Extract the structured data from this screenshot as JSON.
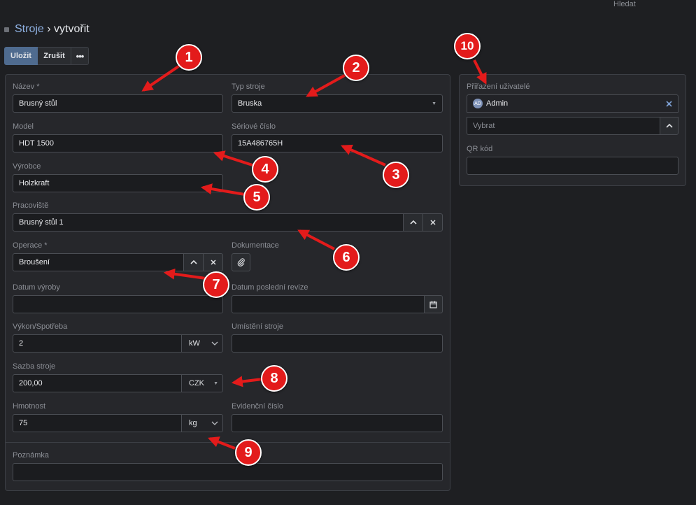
{
  "header": {
    "search_label": "Hledat"
  },
  "breadcrumb": {
    "parent": "Stroje",
    "separator": "›",
    "current": "vytvořit"
  },
  "toolbar": {
    "save_label": "Uložit",
    "cancel_label": "Zrušit",
    "more_label": "•••"
  },
  "form": {
    "name": {
      "label": "Název *",
      "value": "Brusný stůl"
    },
    "machine_type": {
      "label": "Typ stroje",
      "value": "Bruska"
    },
    "model": {
      "label": "Model",
      "value": "HDT 1500"
    },
    "serial_number": {
      "label": "Sériové číslo",
      "value": "15A486765H"
    },
    "manufacturer": {
      "label": "Výrobce",
      "value": "Holzkraft"
    },
    "workplace": {
      "label": "Pracoviště",
      "value": "Brusný stůl 1"
    },
    "operation": {
      "label": "Operace *",
      "value": "Broušení"
    },
    "documentation": {
      "label": "Dokumentace"
    },
    "manufacture_date": {
      "label": "Datum výroby",
      "value": ""
    },
    "last_revision_date": {
      "label": "Datum poslední revize",
      "value": ""
    },
    "power": {
      "label": "Výkon/Spotřeba",
      "value": "2",
      "unit": "kW"
    },
    "location": {
      "label": "Umístění stroje",
      "value": ""
    },
    "rate": {
      "label": "Sazba stroje",
      "value": "200,00",
      "currency": "CZK"
    },
    "weight": {
      "label": "Hmotnost",
      "value": "75",
      "unit": "kg"
    },
    "registry_number": {
      "label": "Evidenční číslo",
      "value": ""
    },
    "note": {
      "label": "Poznámka",
      "value": ""
    }
  },
  "side_panel": {
    "assigned_users_label": "Přiřazení uživatelé",
    "user_chip": {
      "initials": "AD",
      "name": "Admin"
    },
    "select_placeholder": "Vybrat",
    "qr_label": "QR kód",
    "qr_value": ""
  },
  "annotations": [
    "1",
    "2",
    "3",
    "4",
    "5",
    "6",
    "7",
    "8",
    "9",
    "10"
  ],
  "colors": {
    "accent": "#4f6b8f",
    "annotation": "#e31b1b",
    "link": "#8fb1e3"
  }
}
